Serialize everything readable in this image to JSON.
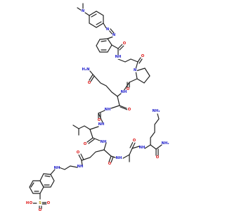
{
  "molecule": {
    "colors": {
      "bond": "#222222",
      "nitrogen": "#2222cc",
      "oxygen": "#dd1111",
      "sulfur": "#b59b00"
    },
    "atom_labels": {
      "n_dimethyl": "N",
      "azo_n1": "N",
      "azo_n2": "N",
      "o_benzamide": "O",
      "nh_benzamide": "NH",
      "o_butanoyl": "O",
      "n_proline": "N",
      "o_proline": "O",
      "h2n_gln": "H₂N",
      "o_gln_side": "O",
      "nh_pro": "NH",
      "nh_gly": "NH",
      "o_gly": "O",
      "o_gln": "O",
      "nh_leu_top": "NH",
      "o_leu": "O",
      "nh_glu": "NH",
      "o_glu": "O",
      "nh_ala": "NH",
      "o_ala": "O",
      "nh_lys": "NH",
      "nh2_lys_side": "NH₂",
      "nh2_lys_amide": "NH₂",
      "o_lys": "O",
      "o_glu_side": "O",
      "nh_glu_side": "NH",
      "nh_edans": "NH",
      "s_sulfo": "S",
      "o_s1": "O",
      "o_s2": "O",
      "o_sh": "O",
      "h_sh": "H"
    }
  }
}
